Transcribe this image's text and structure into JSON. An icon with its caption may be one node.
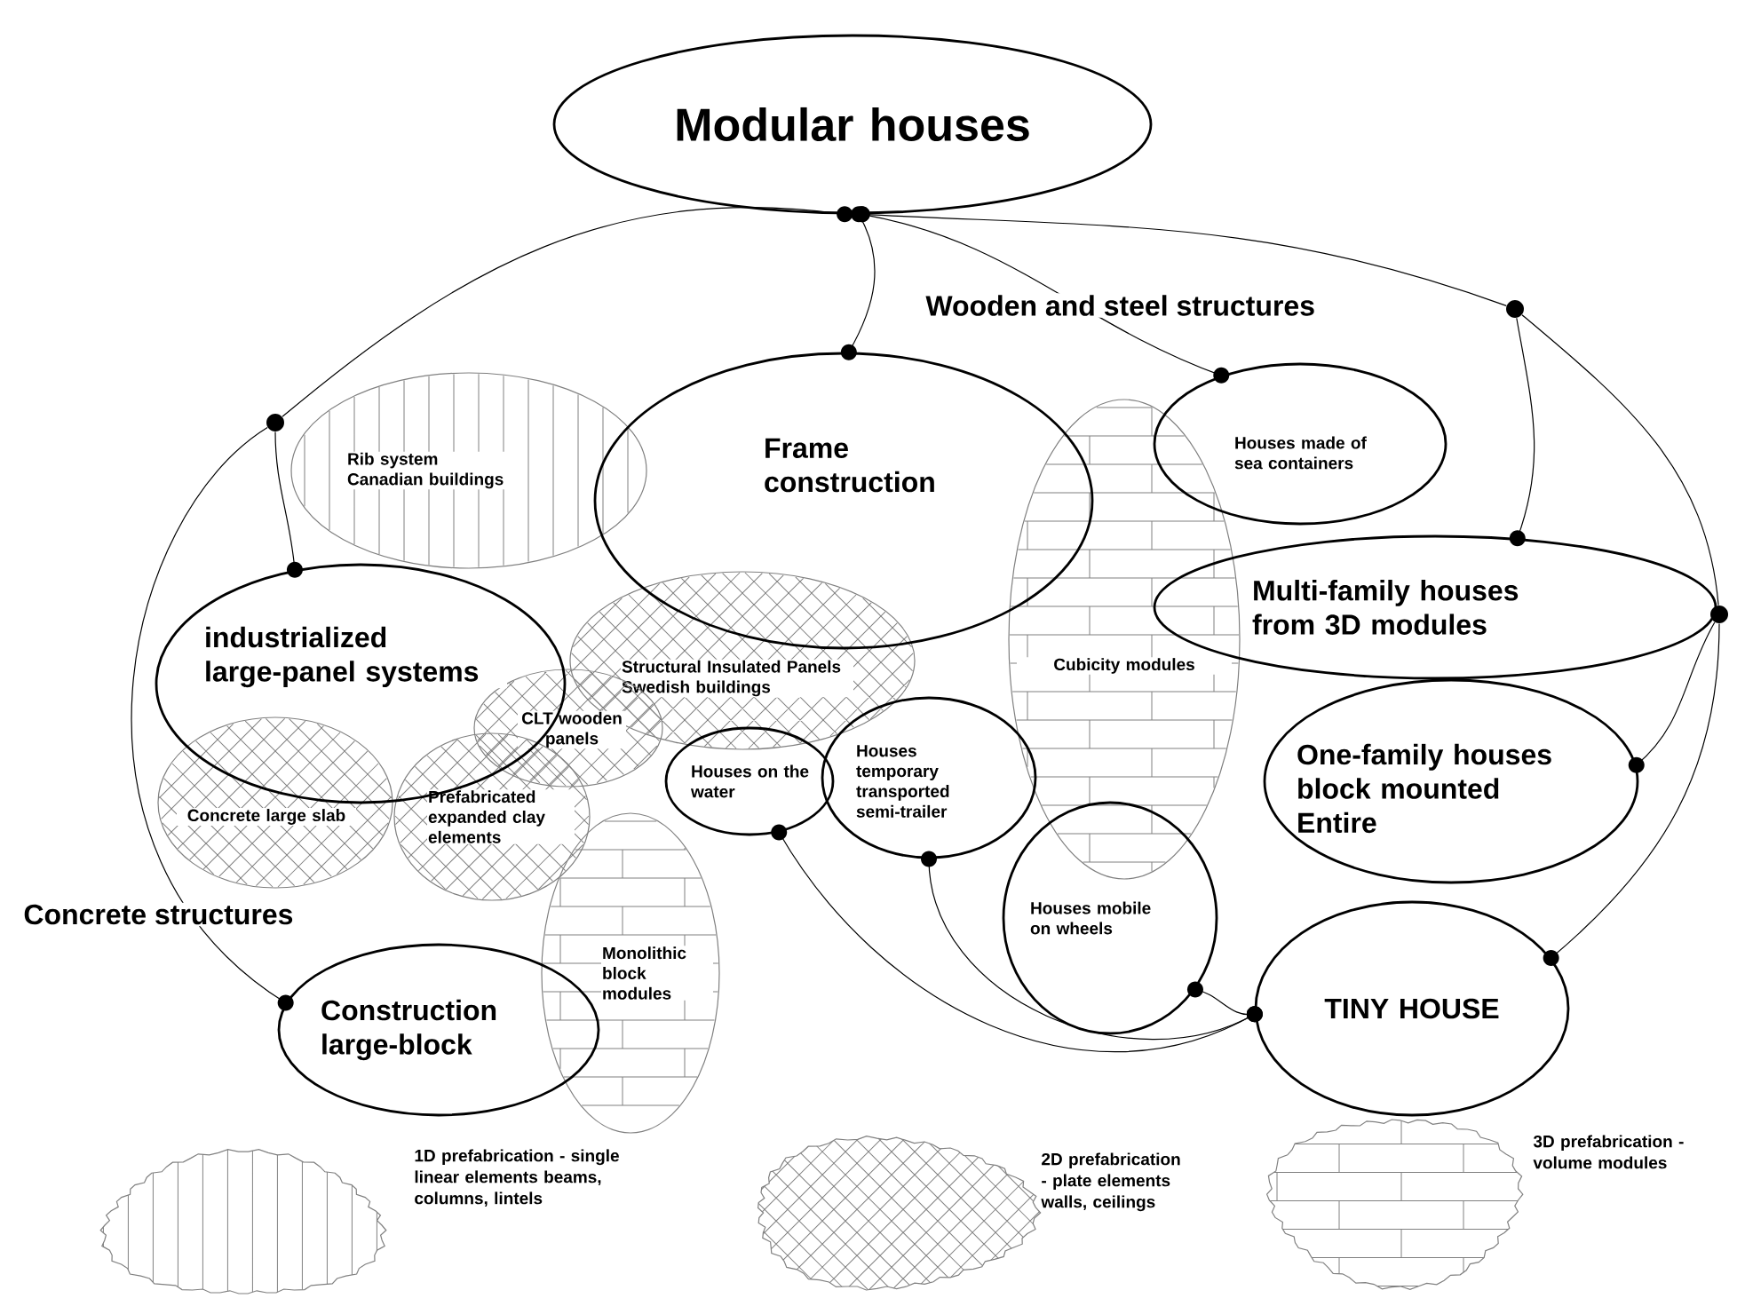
{
  "diagram": {
    "nodes": [
      {
        "text": [
          "Modular houses"
        ]
      },
      {
        "text": [
          "Rib system Canadian buildings"
        ]
      },
      {
        "text": [
          "Frame construction"
        ]
      },
      {
        "text": [
          "Houses made of sea containers"
        ]
      },
      {
        "text": [
          "Cubicity modules"
        ]
      },
      {
        "text": [
          "Multi-family houses from 3D modules"
        ]
      },
      {
        "text": [
          "industrialized large-panel systems"
        ]
      },
      {
        "text": [
          "Structural Insulated Panels Swedish buildings"
        ]
      },
      {
        "text": [
          "CLT wooden panels"
        ]
      },
      {
        "text": [
          "Concrete large slab"
        ]
      },
      {
        "text": [
          "Prefabricated expanded clay elements"
        ]
      },
      {
        "text": [
          "Houses on the water"
        ]
      },
      {
        "text": [
          "Houses temporary transported semi-trailer"
        ]
      },
      {
        "text": [
          "One-family houses block mounted Entire"
        ]
      },
      {
        "text": [
          "Monolithic block modules"
        ]
      },
      {
        "text": [
          "Construction large-block"
        ]
      },
      {
        "text": [
          "Houses mobile on wheels"
        ]
      },
      {
        "text": [
          "TINY HOUSE"
        ]
      },
      {
        "text": [],
        "shape": "circle"
      },
      {
        "text": [],
        "shape": "circle"
      },
      {
        "text": [],
        "shape": "circle"
      }
    ],
    "edges": [
      {
        "from": 0,
        "to": 2,
        "arrow": "other"
      },
      {
        "from": 0,
        "to": 3,
        "arrow": "other"
      },
      {
        "from": 0,
        "to": 19,
        "arrow": "other"
      },
      {
        "from": 19,
        "to": 5,
        "arrow": "other"
      },
      {
        "from": 19,
        "to": 20,
        "arrow": "none"
      },
      {
        "from": 20,
        "to": 13,
        "arrow": "other"
      },
      {
        "from": 20,
        "to": 17,
        "arrow": "other"
      },
      {
        "from": 0,
        "to": 18,
        "arrow": "other"
      },
      {
        "from": 18,
        "to": 6,
        "arrow": "other"
      },
      {
        "from": 18,
        "to": 15,
        "arrow": "other"
      },
      {
        "from": 11,
        "to": 17,
        "arrow": "other"
      },
      {
        "from": 12,
        "to": 17,
        "arrow": "other"
      },
      {
        "from": 16,
        "to": 17,
        "arrow": "other"
      }
    ],
    "labels": [
      "Wooden and steel structures",
      "Concrete structures"
    ],
    "legend": [
      {
        "text": "1D prefabrication - single linear elements beams, columns, lintels"
      },
      {
        "text": "2D prefabrication - plate elements walls, ceilings"
      },
      {
        "text": "3D prefabrication - volume modules"
      }
    ]
  }
}
